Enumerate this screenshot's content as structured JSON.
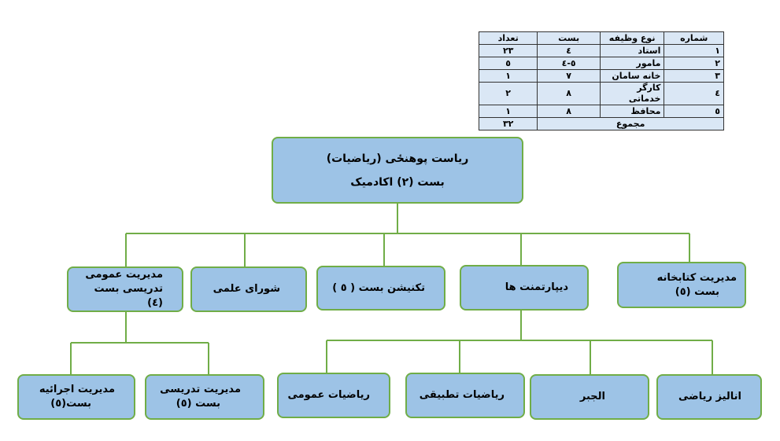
{
  "table": {
    "headers": [
      "شماره",
      "نوع وظیفه",
      "بست",
      "تعداد"
    ],
    "rows": [
      [
        "۱",
        "استاد",
        "٤",
        "۲۳"
      ],
      [
        "۲",
        "مامور",
        "٥-٤",
        "٥"
      ],
      [
        "۳",
        "خانه سامان",
        "۷",
        "۱"
      ],
      [
        "٤",
        "کارگر خدماتی",
        "۸",
        "۲"
      ],
      [
        "٥",
        "محافظ",
        "۸",
        "۱"
      ]
    ],
    "total_label": "مجموع",
    "total_value": "۳۲"
  },
  "top": {
    "line1": "ریاست پوهنځی (ریاضیات)",
    "line2": "بست (۲) اکادمیک"
  },
  "level2": {
    "library_l1": "مدیریت کتابخانه",
    "library_l2": "بست (٥)",
    "departments": "دیپارتمنت ها",
    "technician": "تکنیشن بست ( ٥ )",
    "council": "شورای علمی",
    "gm_l1": "مدیریت عمومی",
    "gm_l2": "تدریسی بست (٤)"
  },
  "level3": {
    "analysis": "انالیز ریاضی",
    "algebra": "الجبر",
    "applied": "ریاضیات تطبیقی",
    "general_math": "ریاضیات عمومی",
    "teaching_l1": "مدیریت تدریسی",
    "teaching_l2": "بست (٥)",
    "exec_l1": "مدیریت اجرائیه",
    "exec_l2": "بست(٥)"
  }
}
